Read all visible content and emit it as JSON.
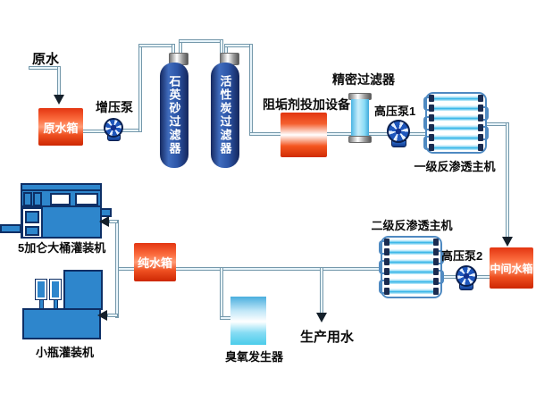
{
  "diagram": {
    "labels": {
      "raw_water": "原水",
      "raw_water_tank": "原水箱",
      "booster_pump": "增压泵",
      "quartz_sand_filter": "石英砂过滤器",
      "activated_carbon_filter": "活性炭过滤器",
      "antiscalant_dosing": "阻垢剂投加设备",
      "precision_filter": "精密过滤器",
      "high_pressure_pump_1": "高压泵1",
      "ro_stage1": "一级反渗透主机",
      "intermediate_tank": "中间水箱",
      "high_pressure_pump_2": "高压泵2",
      "ro_stage2": "二级反渗透主机",
      "pure_water_tank": "纯水箱",
      "barrel_filling_machine": "5加仑大桶灌装机",
      "bottle_filling_machine": "小瓶灌装机",
      "ozone_generator": "臭氧发生器",
      "production_water": "生产用水"
    },
    "flow_arrows": [
      "原水 → 原水箱",
      "一级反渗透主机 → 中间水箱",
      "纯水箱 → 5加仑大桶灌装机",
      "纯水箱 → 小瓶灌装机",
      "管路 → 生产用水"
    ],
    "colors": {
      "tank_red": "#e33511",
      "equipment_blue": "#2e86cc",
      "cylinder_navy": "#2c55a6",
      "membrane_cyan": "#2eb2e6",
      "pipe_outline": "#7498ab",
      "ozone_cyan": "#4aaede",
      "outline_navy": "#0d2f66"
    }
  }
}
